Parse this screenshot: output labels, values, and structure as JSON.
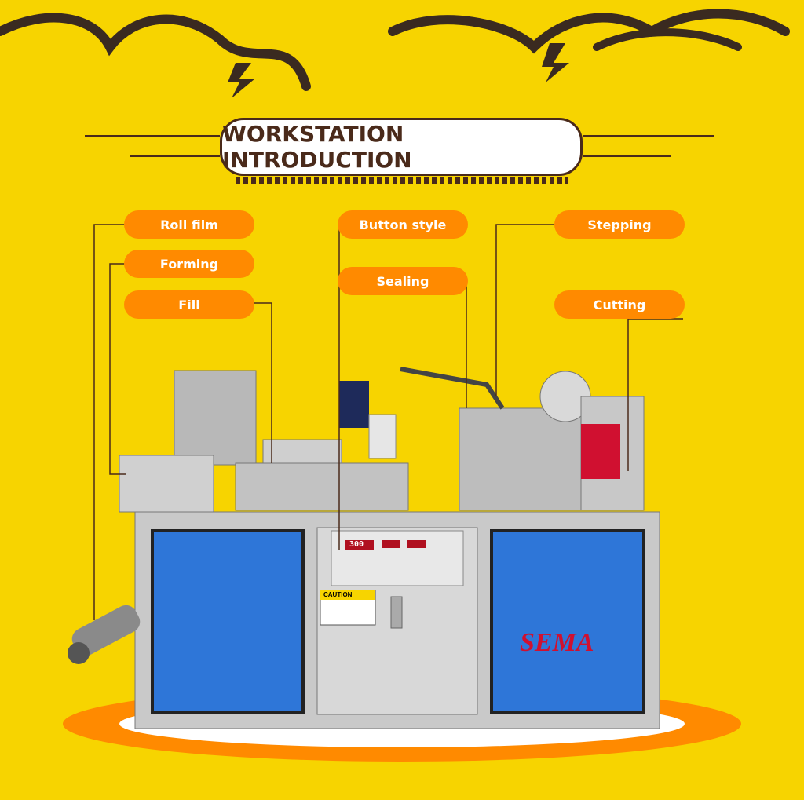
{
  "title": "WORKSTATION INTRODUCTION",
  "labels": {
    "roll_film": "Roll film",
    "forming": "Forming",
    "fill": "Fill",
    "button_style": "Button style",
    "sealing": "Sealing",
    "stepping": "Stepping",
    "cutting": "Cutting"
  },
  "machine": {
    "brand": "SEMA",
    "caution": "CAUTION",
    "display": "300"
  },
  "colors": {
    "background": "#f7d400",
    "tag": "#ff8a00",
    "ink": "#4a2a1a",
    "panel_blue": "#2e76d8",
    "steel": "#c9c9c9"
  }
}
